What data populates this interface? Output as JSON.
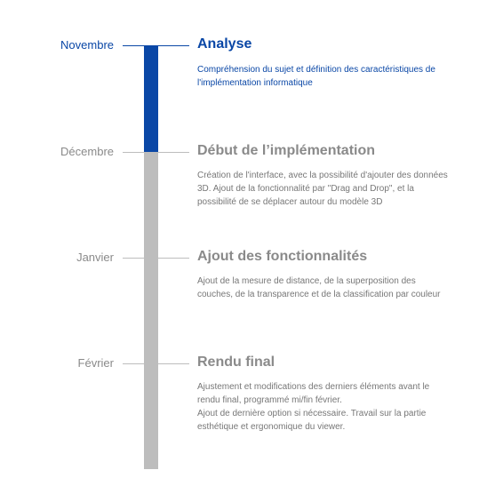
{
  "colors": {
    "active": "#0a47a6",
    "inactive": "#bdbdbd",
    "inactive_text": "#8a8a8a",
    "desc_inactive": "#777777"
  },
  "steps": [
    {
      "month": "Novembre",
      "title": "Analyse",
      "description_lines": [
        "Compréhension du sujet et définition des caractéristiques de",
        "l'implémentation informatique"
      ],
      "active": true
    },
    {
      "month": "Décembre",
      "title": "Début de l’implémentation",
      "description_lines": [
        "Création de l'interface, avec la possibilité d'ajouter des données",
        "3D. Ajout de la fonctionnalité par \"Drag and Drop\", et la",
        "possibilité de se déplacer autour du modèle 3D"
      ],
      "active": false
    },
    {
      "month": "Janvier",
      "title": "Ajout des fonctionnalités",
      "description_lines": [
        "Ajout de la mesure de distance, de la superposition des",
        "couches, de la transparence et de la classification par couleur"
      ],
      "active": false
    },
    {
      "month": "Février",
      "title": "Rendu final",
      "description_lines": [
        "Ajustement et modifications des derniers éléments avant le",
        "rendu final, programmé mi/fin février.",
        "Ajout de dernière option si nécessaire. Travail sur la partie",
        "esthétique et ergonomique du viewer."
      ],
      "active": false
    }
  ]
}
